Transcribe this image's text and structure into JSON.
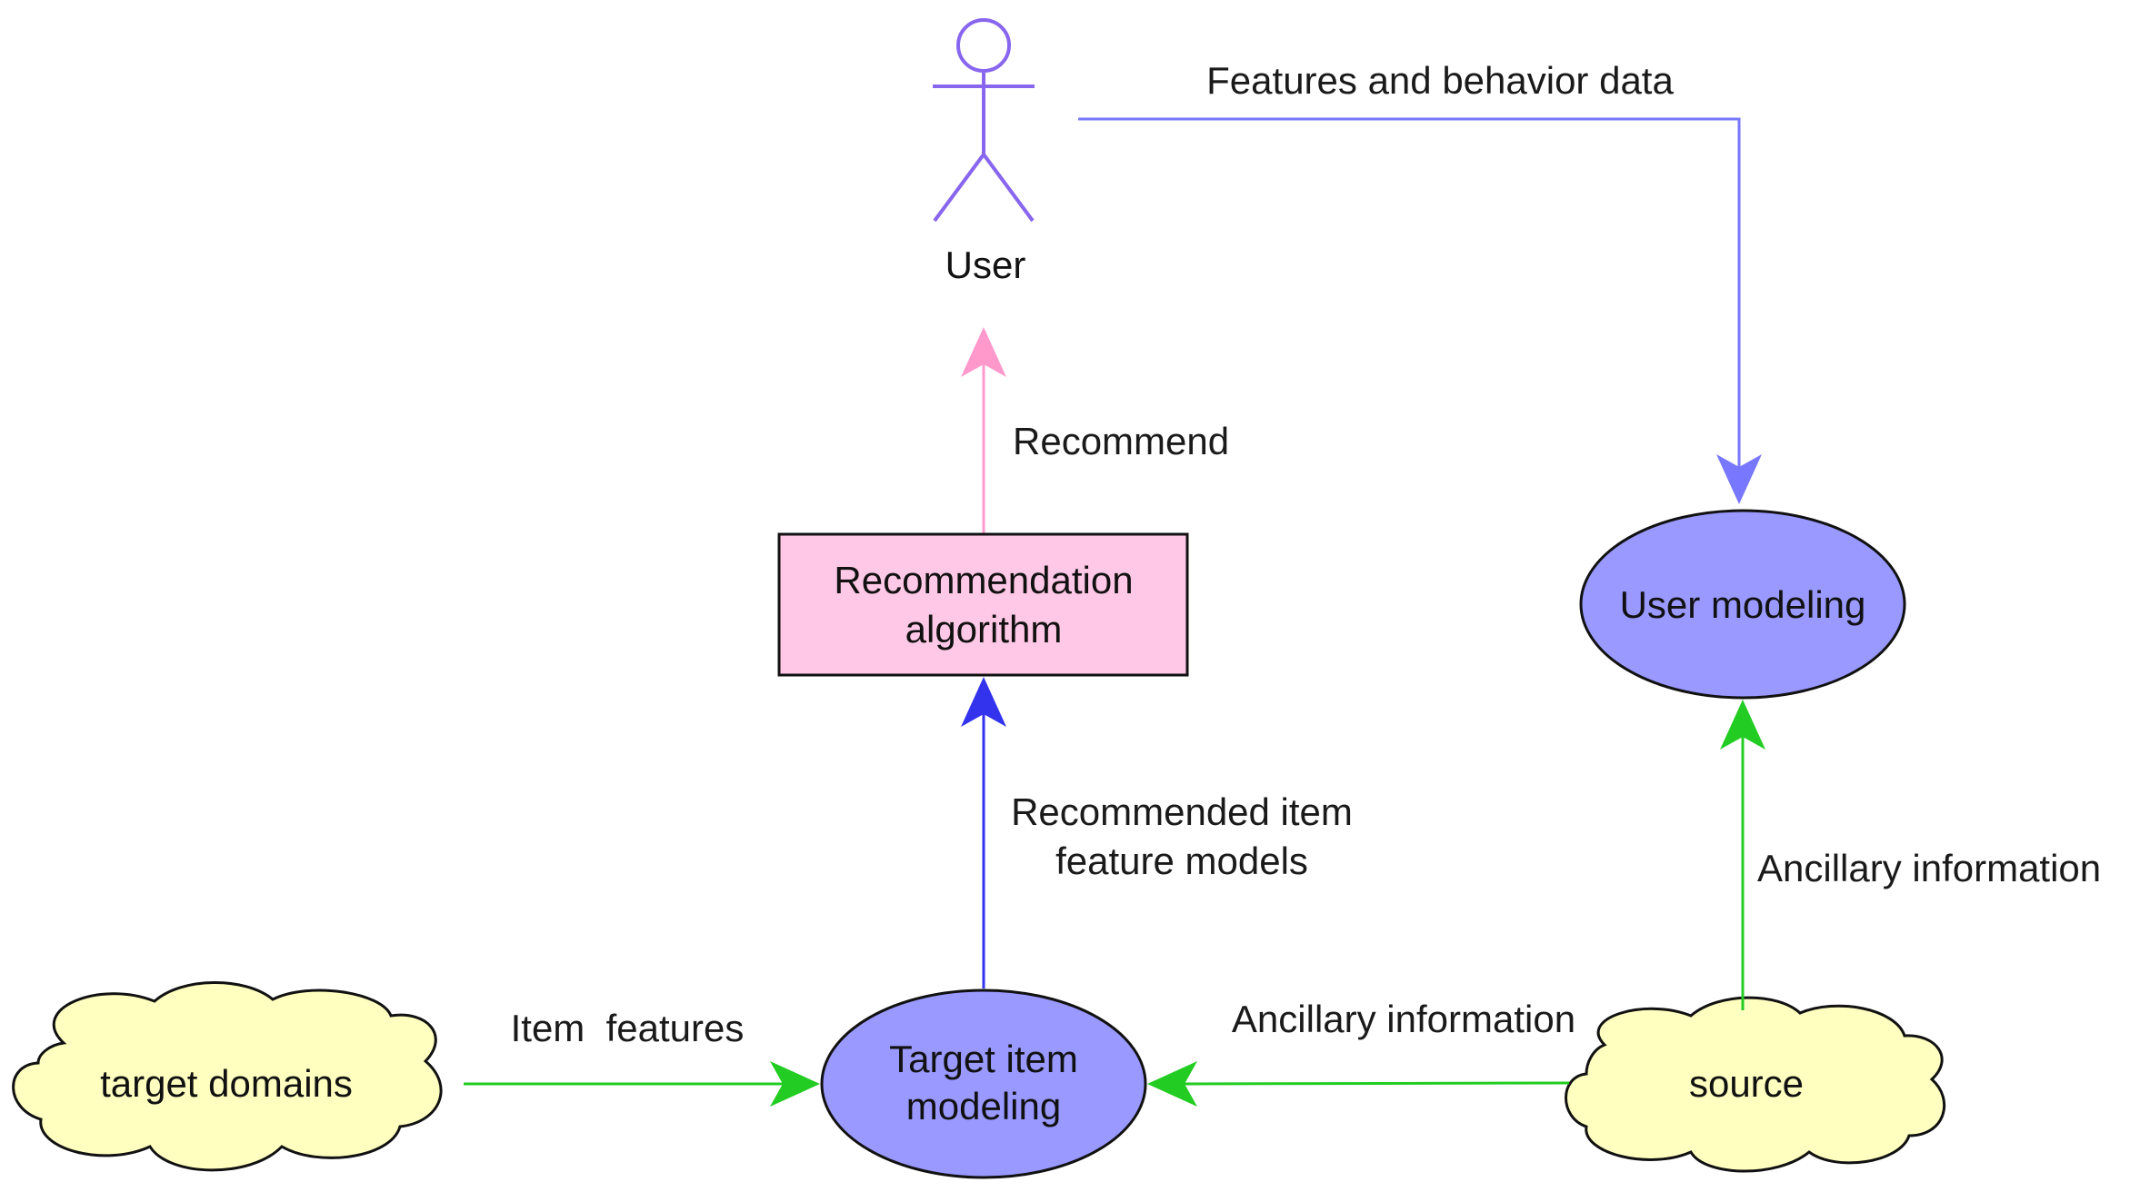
{
  "diagram": {
    "nodes": {
      "user": {
        "label": "User"
      },
      "recommendation_algorithm": {
        "line1": "Recommendation",
        "line2": "algorithm"
      },
      "user_modeling": {
        "label": "User modeling"
      },
      "target_item_modeling": {
        "line1": "Target item",
        "line2": "modeling"
      },
      "target_domains": {
        "label": "target domains"
      },
      "source": {
        "label": "source"
      }
    },
    "edges": {
      "features_behavior": {
        "label": "Features and behavior data"
      },
      "recommend": {
        "label": "Recommend"
      },
      "recommended_item_models": {
        "line1": "Recommended item",
        "line2": "feature models"
      },
      "item_features": {
        "label": "Item  features"
      },
      "ancillary_to_target": {
        "label": "Ancillary information"
      },
      "ancillary_to_user": {
        "label": "Ancillary information"
      }
    }
  },
  "colors": {
    "actor": "#8866ee",
    "user_edge": "#7777ff",
    "recommend_edge": "#ff99cc",
    "algorithm_fill": "#ffc8e6",
    "models_edge": "#3333ee",
    "ellipse_fill": "#9999ff",
    "green_edge": "#22cc22",
    "cloud_fill": "#ffffc0"
  }
}
